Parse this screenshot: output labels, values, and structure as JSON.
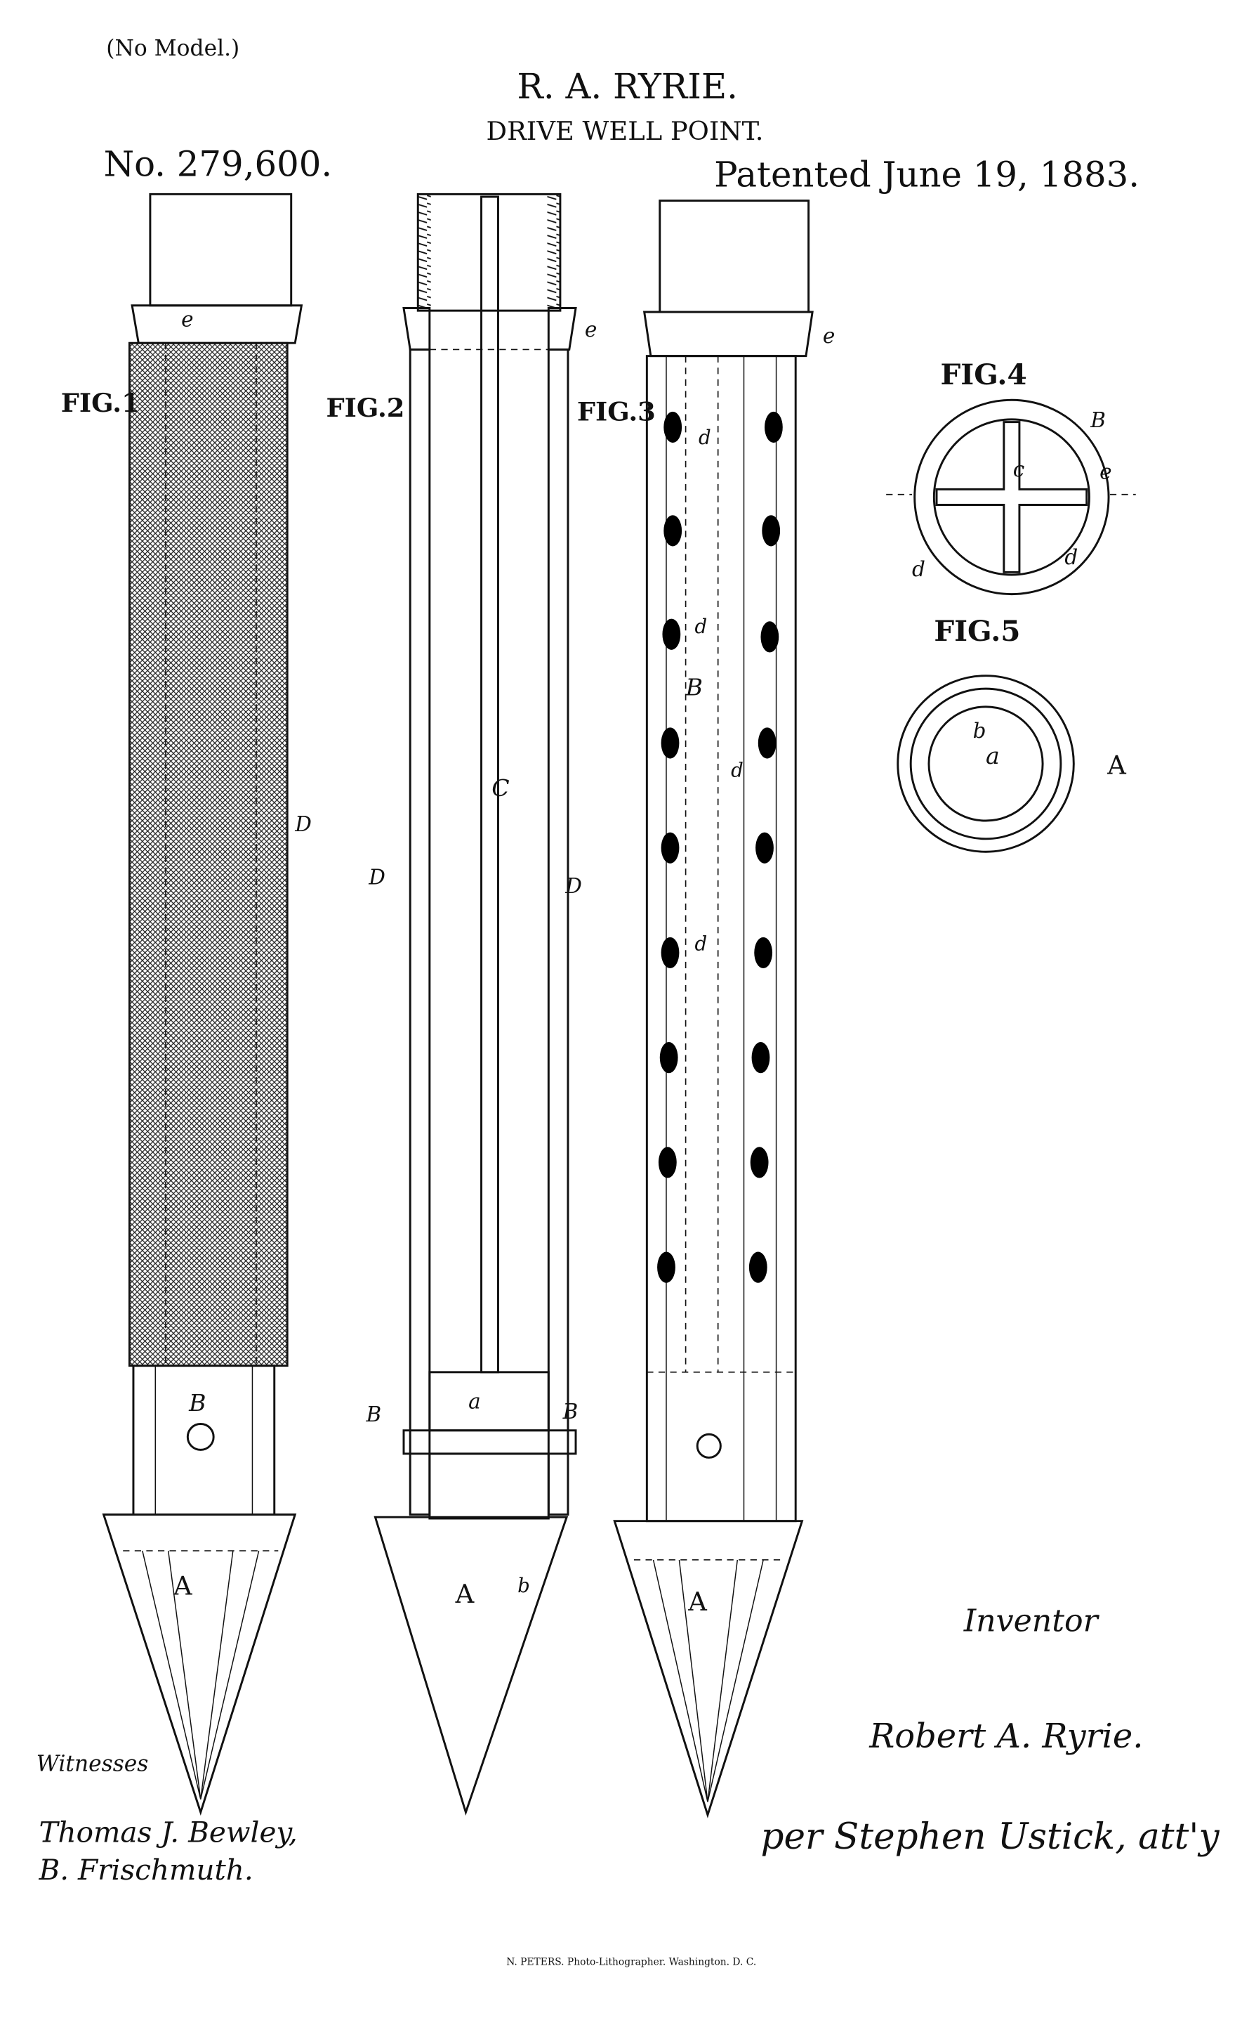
{
  "header": {
    "no_model": "(No Model.)",
    "inventor_name": "R. A. RYRIE.",
    "title": "DRIVE WELL POINT.",
    "patent_number": "No. 279,600.",
    "patent_date": "Patented June 19, 1883."
  },
  "figures": {
    "fig1": "FIG.1",
    "fig2": "FIG.2",
    "fig3": "FIG.3",
    "fig4": "FIG.4",
    "fig5": "FIG.5"
  },
  "reference_letters": {
    "A": "A",
    "B": "B",
    "C": "C",
    "D": "D",
    "a": "a",
    "b": "b",
    "c": "c",
    "d": "d",
    "e": "e"
  },
  "signatures": {
    "witnesses_label": "Witnesses",
    "witness_1": "Thomas J. Bewley,",
    "witness_2": "B. Frischmuth.",
    "inventor_label": "Inventor",
    "inventor_signature": "Robert A. Ryrie.",
    "attorney_signature": "per Stephen Ustick, att'y"
  },
  "footer": {
    "lithographer": "N. PETERS. Photo-Lithographer. Washington. D. C."
  }
}
